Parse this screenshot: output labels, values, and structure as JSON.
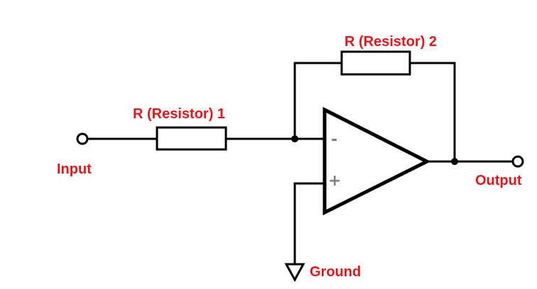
{
  "labels": {
    "resistor_1": "R (Resistor) 1",
    "resistor_2": "R (Resistor) 2",
    "input": "Input",
    "output": "Output",
    "ground": "Ground"
  },
  "opamp": {
    "inverting_sign": "-",
    "noninverting_sign": "+"
  },
  "colors": {
    "label": "#e8141b",
    "line": "#000000",
    "sign": "#808080"
  }
}
